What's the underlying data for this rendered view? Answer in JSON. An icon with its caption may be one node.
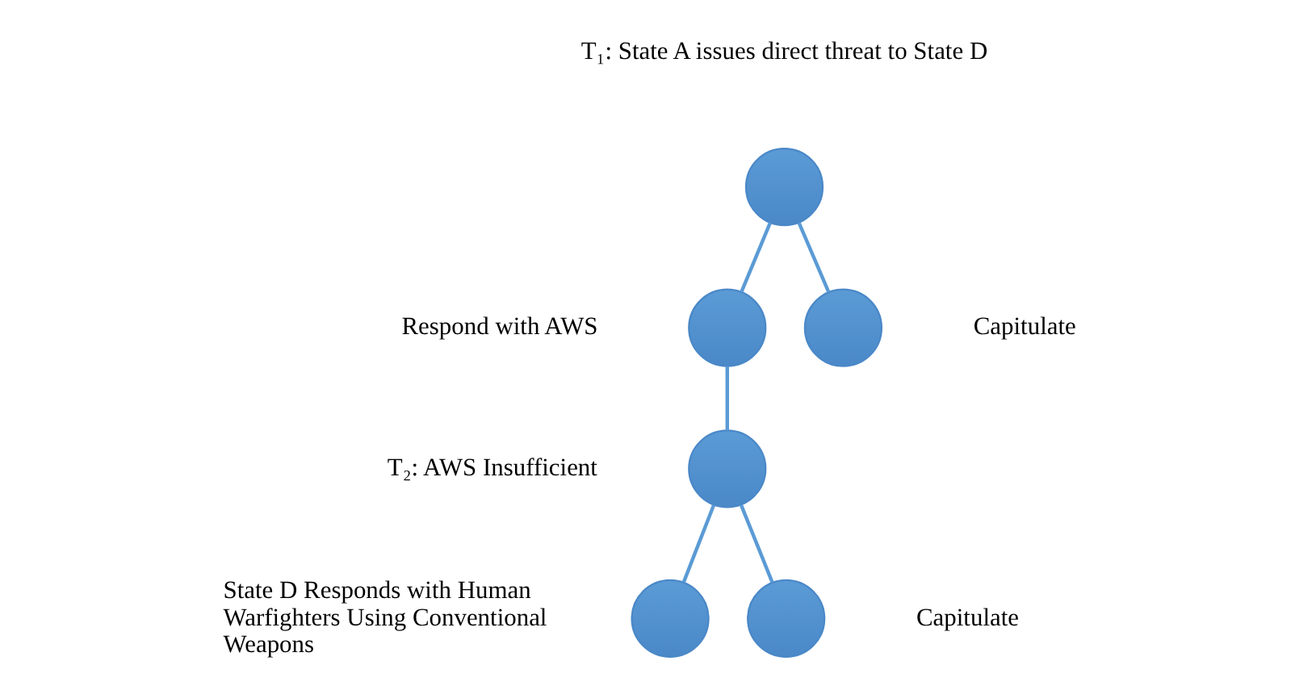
{
  "diagram": {
    "nodes": [
      {
        "text": [],
        "shape": "circle",
        "beside": [
          "T₁: State A issues direct threat to State D"
        ]
      },
      {
        "text": [],
        "shape": "circle",
        "beside": [
          "Respond with AWS"
        ]
      },
      {
        "text": [],
        "shape": "circle",
        "beside": [
          "Capitulate"
        ]
      },
      {
        "text": [],
        "shape": "circle",
        "beside": [
          "T₂: AWS Insufficient"
        ]
      },
      {
        "text": [],
        "shape": "circle",
        "beside": [
          "State D Responds with Human Warfighters Using Conventional Weapons"
        ]
      },
      {
        "text": [],
        "shape": "circle",
        "beside": [
          "Capitulate"
        ]
      }
    ],
    "edges": [
      {
        "from": 0,
        "to": 1,
        "arrow": "none"
      },
      {
        "from": 0,
        "to": 2,
        "arrow": "none"
      },
      {
        "from": 1,
        "to": 3,
        "arrow": "none"
      },
      {
        "from": 3,
        "to": 4,
        "arrow": "none"
      },
      {
        "from": 3,
        "to": 5,
        "arrow": "none"
      }
    ]
  }
}
